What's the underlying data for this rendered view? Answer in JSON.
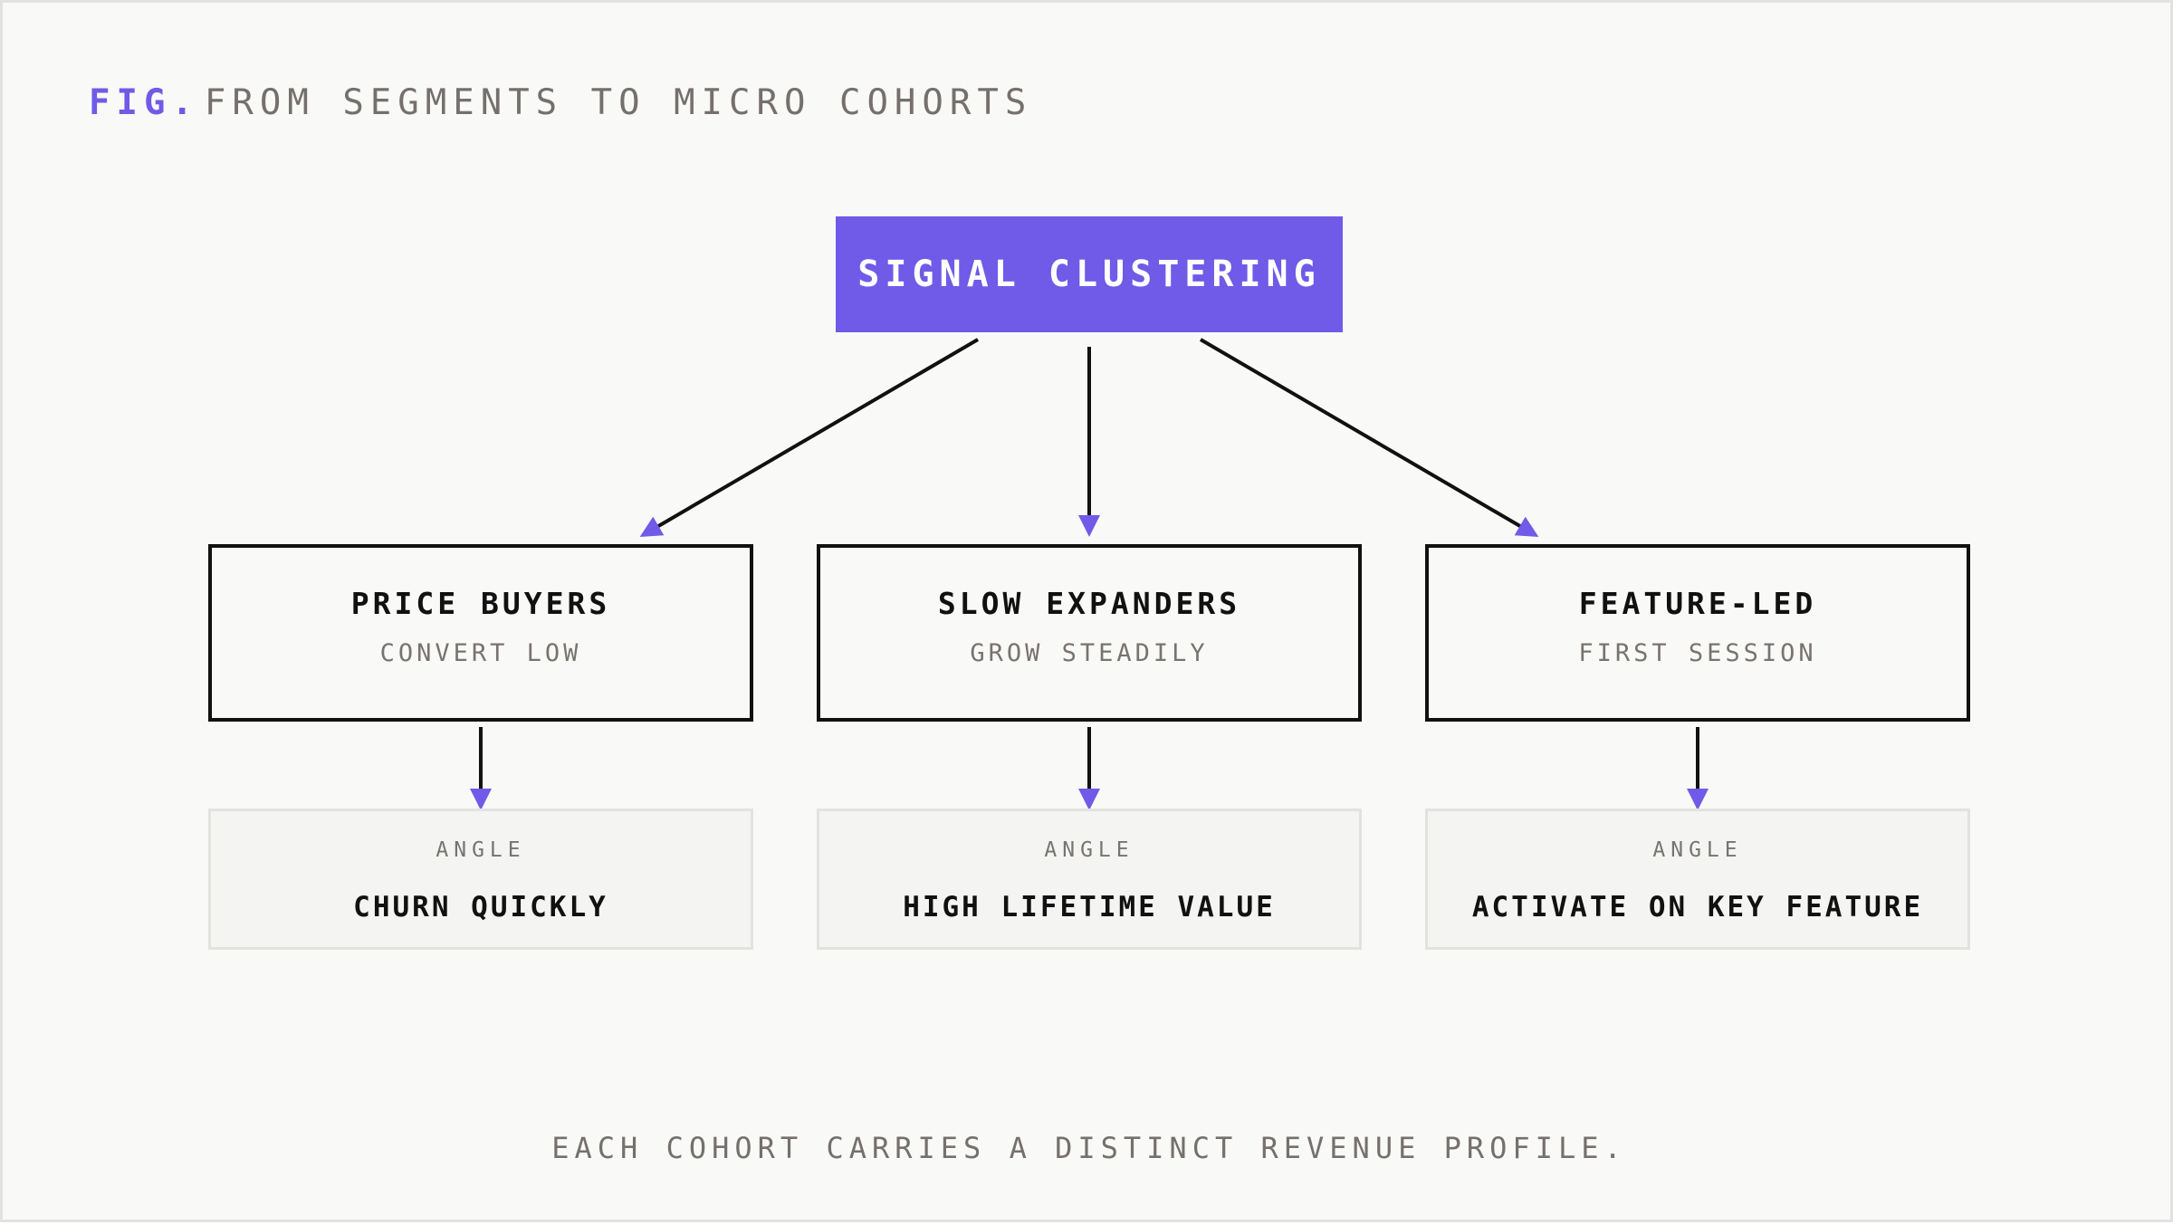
{
  "figure": {
    "label": "FIG.",
    "title": "FROM SEGMENTS TO MICRO COHORTS"
  },
  "root": {
    "label": "SIGNAL CLUSTERING"
  },
  "segments": [
    {
      "title": "PRICE BUYERS",
      "subtitle": "CONVERT LOW",
      "angle_label": "ANGLE",
      "angle_value": "CHURN QUICKLY"
    },
    {
      "title": "SLOW EXPANDERS",
      "subtitle": "GROW STEADILY",
      "angle_label": "ANGLE",
      "angle_value": "HIGH LIFETIME VALUE"
    },
    {
      "title": "FEATURE-LED",
      "subtitle": "FIRST SESSION",
      "angle_label": "ANGLE",
      "angle_value": "ACTIVATE ON KEY FEATURE"
    }
  ],
  "caption": "EACH COHORT CARRIES A DISTINCT REVENUE PROFILE.",
  "colors": {
    "accent": "#6f5be8",
    "ink": "#111111",
    "muted": "#75706d",
    "background": "#f9f9f7",
    "card": "#f4f4f2"
  }
}
